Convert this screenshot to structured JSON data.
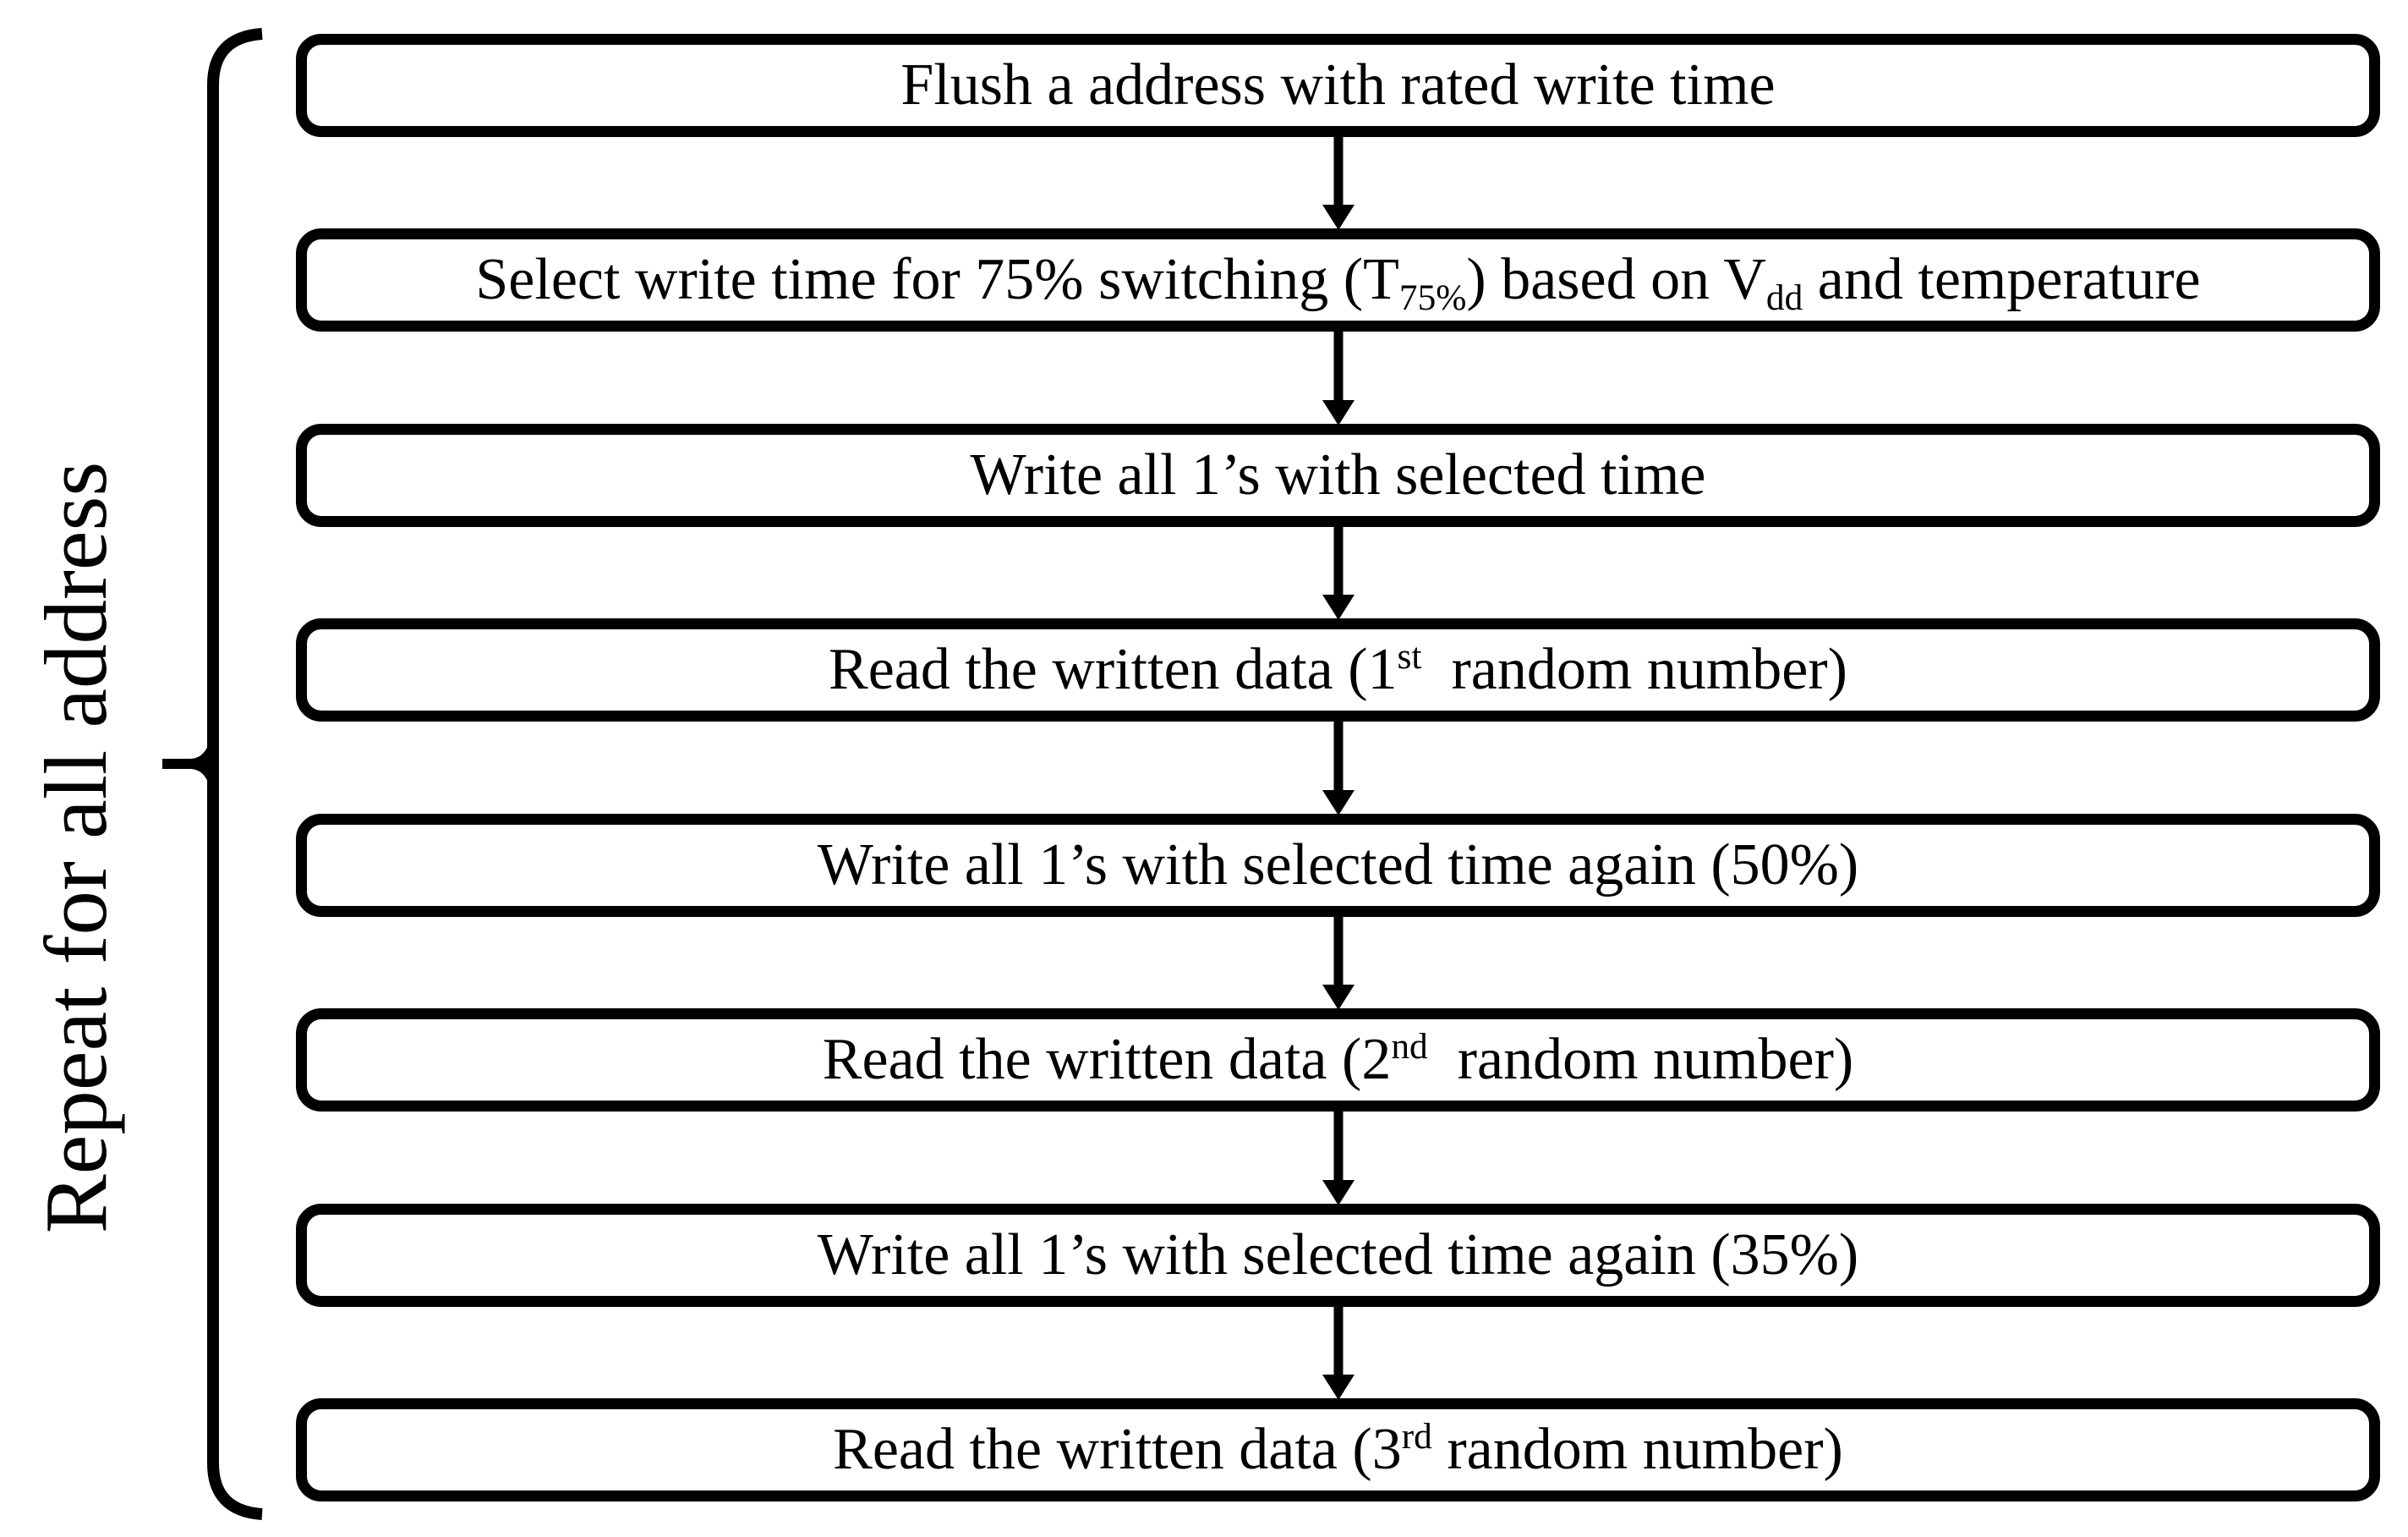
{
  "diagram": {
    "side_label": "Repeat for all address",
    "colors": {
      "ink": "#000000",
      "background": "#ffffff"
    },
    "steps": [
      {
        "segments": [
          {
            "text": "Flush a address with rated write time"
          }
        ]
      },
      {
        "segments": [
          {
            "text": "Select write time for 75% switching (T"
          },
          {
            "text": "75%",
            "script": "sub"
          },
          {
            "text": ") based on V"
          },
          {
            "text": "dd",
            "script": "sub"
          },
          {
            "text": " and temperature"
          }
        ]
      },
      {
        "segments": [
          {
            "text": "Write all 1’s with selected time"
          }
        ]
      },
      {
        "segments": [
          {
            "text": "Read the written data (1"
          },
          {
            "text": "st",
            "script": "sup"
          },
          {
            "text": "  random number)"
          }
        ]
      },
      {
        "segments": [
          {
            "text": "Write all 1’s with selected time again (50%)"
          }
        ]
      },
      {
        "segments": [
          {
            "text": "Read the written data (2"
          },
          {
            "text": "nd",
            "script": "sup"
          },
          {
            "text": "  random number)"
          }
        ]
      },
      {
        "segments": [
          {
            "text": "Write all 1’s with selected time again (35%)"
          }
        ]
      },
      {
        "segments": [
          {
            "text": "Read the written data (3"
          },
          {
            "text": "rd",
            "script": "sup"
          },
          {
            "text": " random number)"
          }
        ]
      }
    ]
  }
}
